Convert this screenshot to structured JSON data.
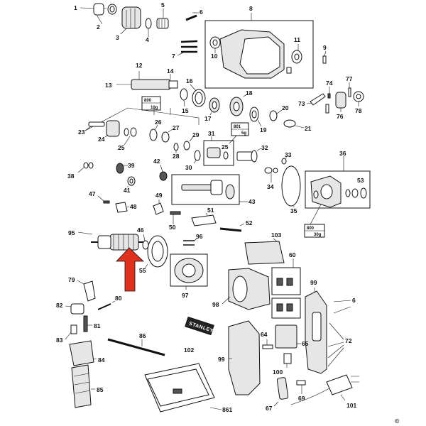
{
  "labels": {
    "p1": "1",
    "p2": "2",
    "p3": "3",
    "p4": "4",
    "p5": "5",
    "p6": "6",
    "p6b": "6",
    "p7": "7",
    "p8": "8",
    "p9": "9",
    "p10": "10",
    "p11": "11",
    "p12": "12",
    "p13": "13",
    "p14": "14",
    "p15": "15",
    "p16": "16",
    "p17": "17",
    "p18": "18",
    "p19": "19",
    "p20": "20",
    "p21": "21",
    "p23": "23",
    "p24": "24",
    "p25": "25",
    "p25b": "25",
    "p26": "26",
    "p27": "27",
    "p28": "28",
    "p29": "29",
    "p30": "30",
    "p31": "31",
    "p32": "32",
    "p33": "33",
    "p34": "34",
    "p35": "35",
    "p36": "36",
    "p38": "38",
    "p39": "39",
    "p41": "41",
    "p42": "42",
    "p43": "43",
    "p46": "46",
    "p47": "47",
    "p48": "48",
    "p49": "49",
    "p50": "50",
    "p51": "51",
    "p52": "52",
    "p53": "53",
    "p55": "55",
    "p60": "60",
    "p64": "64",
    "p65": "65",
    "p67": "67",
    "p69": "69",
    "p72": "72",
    "p73": "73",
    "p74": "74",
    "p76": "76",
    "p77": "77",
    "p78": "78",
    "p79": "79",
    "p80": "80",
    "p81": "81",
    "p82": "82",
    "p83": "83",
    "p84": "84",
    "p85": "85",
    "p86": "86",
    "p95": "95",
    "p96": "96",
    "p97": "97",
    "p98": "98",
    "p99": "99",
    "p99b": "99",
    "p100": "100",
    "p101": "101",
    "p102": "102",
    "p103": "103",
    "p861": "861"
  },
  "grease_notes": {
    "g1_code": "800",
    "g1_qty": "10g",
    "g2_code": "801",
    "g2_qty": "5g",
    "g3_code": "800",
    "g3_qty": "30g"
  },
  "brand_label": "STANLEY",
  "copyright": "©",
  "colors": {
    "arrow": "#e0301e",
    "ink": "#111111"
  }
}
